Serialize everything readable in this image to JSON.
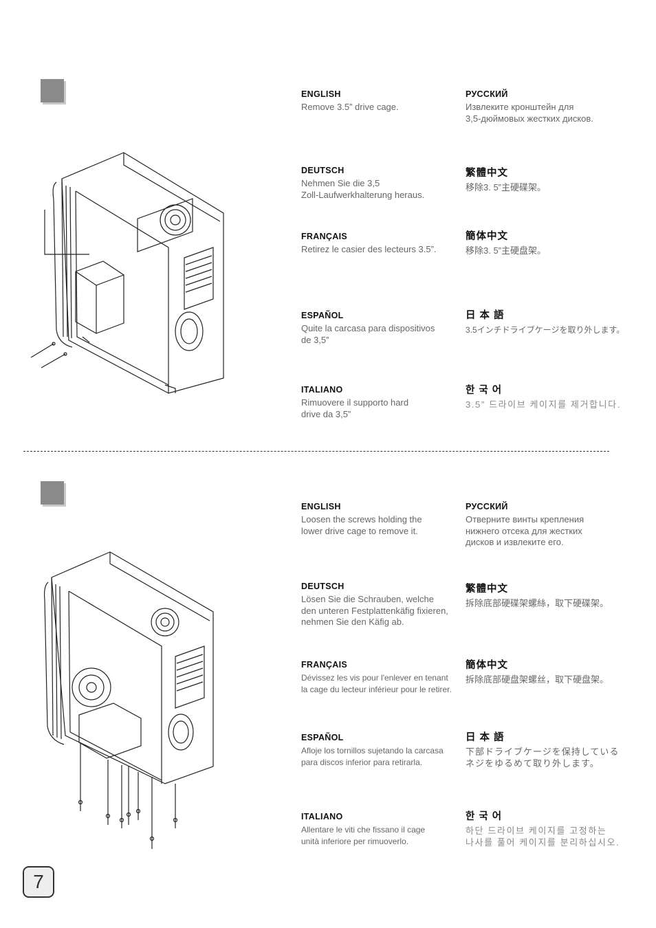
{
  "steps": [
    {
      "en": {
        "head": "ENGLISH",
        "body": "Remove 3.5” drive cage."
      },
      "ru": {
        "head": "РУССКИЙ",
        "body": "Извлеките кронштейн для\n3,5-дюймовых жестких дисков."
      },
      "de": {
        "head": "DEUTSCH",
        "body": "Nehmen Sie die 3,5\nZoll-Laufwerkhalterung heraus."
      },
      "tw": {
        "head": "繁體中文",
        "body": "移除3. 5”主硬碟架。"
      },
      "fr": {
        "head": "FRANÇAIS",
        "body": "Retirez le casier des lecteurs 3.5”."
      },
      "cn": {
        "head": "簡体中文",
        "body": "移除3. 5”主硬盘架。"
      },
      "es": {
        "head": "ESPAÑOL",
        "body": "Quite la carcasa para dispositivos\nde 3,5”"
      },
      "jp": {
        "head": "日 本 語",
        "body": "3.5インチドライブケージを取り外します。"
      },
      "it": {
        "head": "ITALIANO",
        "body": "Rimuovere il supporto hard\ndrive da 3,5”"
      },
      "ko": {
        "head": "한 국 어",
        "body": "3.5” 드라이브 케이지를 제거합니다."
      }
    },
    {
      "en": {
        "head": "ENGLISH",
        "body": "Loosen the screws holding the\nlower drive cage to remove it."
      },
      "ru": {
        "head": "РУССКИЙ",
        "body": "Отверните винты крепления\nнижнего отсека для жестких\nдисков и извлеките его."
      },
      "de": {
        "head": "DEUTSCH",
        "body": "Lösen Sie die Schrauben, welche\nden unteren Festplattenkäfig fixieren,\nnehmen Sie den Käfig ab."
      },
      "tw": {
        "head": "繁體中文",
        "body": "拆除底部硬碟架螺絲，取下硬碟架。"
      },
      "fr": {
        "head": "FRANÇAIS",
        "body": "Dévissez les vis pour l'enlever en tenant\nla cage du lecteur inférieur pour le retirer."
      },
      "cn": {
        "head": "簡体中文",
        "body": "拆除底部硬盘架螺丝，取下硬盘架。"
      },
      "es": {
        "head": "ESPAÑOL",
        "body": "Afloje los tornillos sujetando la carcasa\npara discos inferior para retirarla."
      },
      "jp": {
        "head": "日 本 語",
        "body": "下部ドライブケージを保持している\nネジをゆるめて取り外します。"
      },
      "it": {
        "head": "ITALIANO",
        "body": "Allentare le viti che fissano il cage\nunità inferiore per rimuoverlo."
      },
      "ko": {
        "head": "한 국 어",
        "body": "하단 드라이브 케이지를 고정하는\n나사를 풀어 케이지를 분리하십시오."
      }
    }
  ],
  "page_number": "7"
}
